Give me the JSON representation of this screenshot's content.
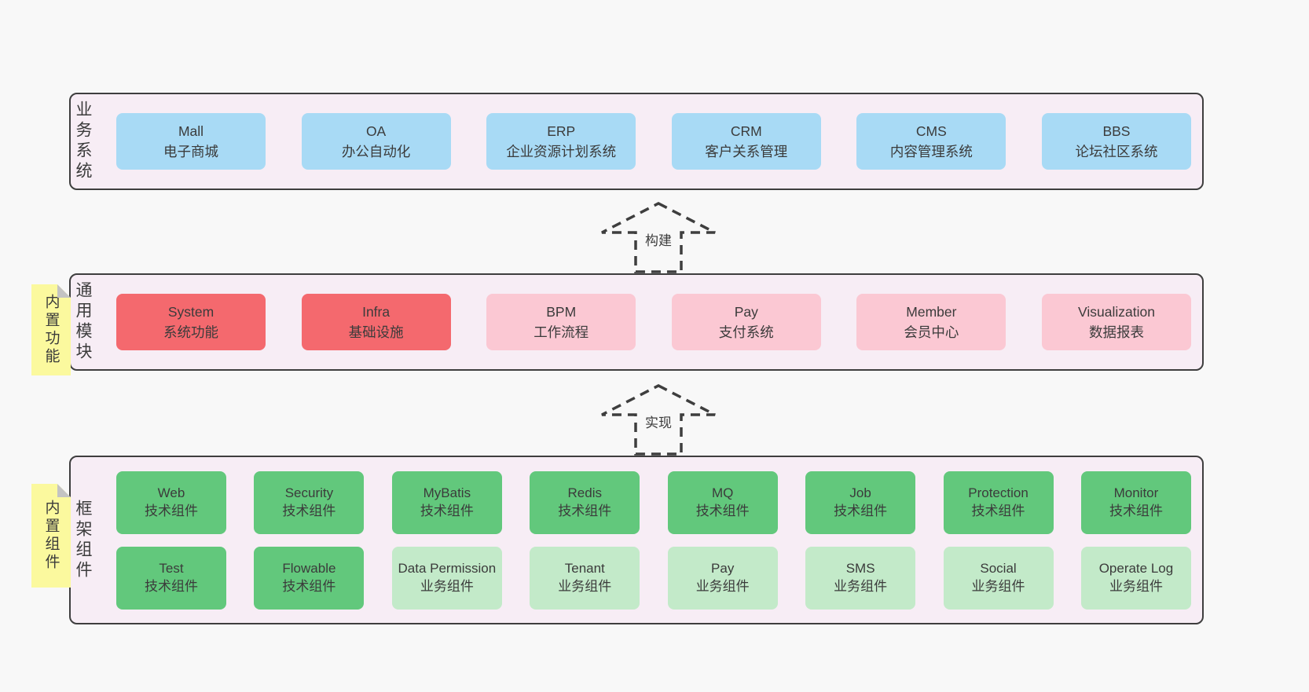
{
  "colors": {
    "page_bg": "#f8f8f8",
    "band_bg": "#f7edf5",
    "band_border": "#3e3e3e",
    "text": "#3b3b3b",
    "blue": "#a8daf5",
    "red": "#f4696e",
    "pink": "#fbc8d3",
    "green_dark": "#62c87c",
    "green_light": "#c3eac9",
    "yellow": "#fbf99e",
    "fold_gray": "#c3c3c3",
    "arrow": "#3e3e3e"
  },
  "arrows": [
    {
      "label": "构建"
    },
    {
      "label": "实现"
    }
  ],
  "layers": [
    {
      "id": "business-systems",
      "label": "业务系统",
      "sticky": null,
      "rows": [
        [
          {
            "name": "Mall",
            "desc": "电子商城",
            "variant": "blue"
          },
          {
            "name": "OA",
            "desc": "办公自动化",
            "variant": "blue"
          },
          {
            "name": "ERP",
            "desc": "企业资源计划系统",
            "variant": "blue"
          },
          {
            "name": "CRM",
            "desc": "客户关系管理",
            "variant": "blue"
          },
          {
            "name": "CMS",
            "desc": "内容管理系统",
            "variant": "blue"
          },
          {
            "name": "BBS",
            "desc": "论坛社区系统",
            "variant": "blue"
          }
        ]
      ]
    },
    {
      "id": "common-modules",
      "label": "通用模块",
      "sticky": "内置功能",
      "rows": [
        [
          {
            "name": "System",
            "desc": "系统功能",
            "variant": "red"
          },
          {
            "name": "Infra",
            "desc": "基础设施",
            "variant": "red"
          },
          {
            "name": "BPM",
            "desc": "工作流程",
            "variant": "pink"
          },
          {
            "name": "Pay",
            "desc": "支付系统",
            "variant": "pink"
          },
          {
            "name": "Member",
            "desc": "会员中心",
            "variant": "pink"
          },
          {
            "name": "Visualization",
            "desc": "数据报表",
            "variant": "pink"
          }
        ]
      ]
    },
    {
      "id": "framework-components",
      "label": "框架组件",
      "sticky": "内置组件",
      "rows": [
        [
          {
            "name": "Web",
            "desc": "技术组件",
            "variant": "green_dark"
          },
          {
            "name": "Security",
            "desc": "技术组件",
            "variant": "green_dark"
          },
          {
            "name": "MyBatis",
            "desc": "技术组件",
            "variant": "green_dark"
          },
          {
            "name": "Redis",
            "desc": "技术组件",
            "variant": "green_dark"
          },
          {
            "name": "MQ",
            "desc": "技术组件",
            "variant": "green_dark"
          },
          {
            "name": "Job",
            "desc": "技术组件",
            "variant": "green_dark"
          },
          {
            "name": "Protection",
            "desc": "技术组件",
            "variant": "green_dark"
          },
          {
            "name": "Monitor",
            "desc": "技术组件",
            "variant": "green_dark"
          }
        ],
        [
          {
            "name": "Test",
            "desc": "技术组件",
            "variant": "green_dark"
          },
          {
            "name": "Flowable",
            "desc": "技术组件",
            "variant": "green_dark"
          },
          {
            "name": "Data Permission",
            "desc": "业务组件",
            "variant": "green_light"
          },
          {
            "name": "Tenant",
            "desc": "业务组件",
            "variant": "green_light"
          },
          {
            "name": "Pay",
            "desc": "业务组件",
            "variant": "green_light"
          },
          {
            "name": "SMS",
            "desc": "业务组件",
            "variant": "green_light"
          },
          {
            "name": "Social",
            "desc": "业务组件",
            "variant": "green_light"
          },
          {
            "name": "Operate Log",
            "desc": "业务组件",
            "variant": "green_light"
          }
        ]
      ]
    }
  ]
}
